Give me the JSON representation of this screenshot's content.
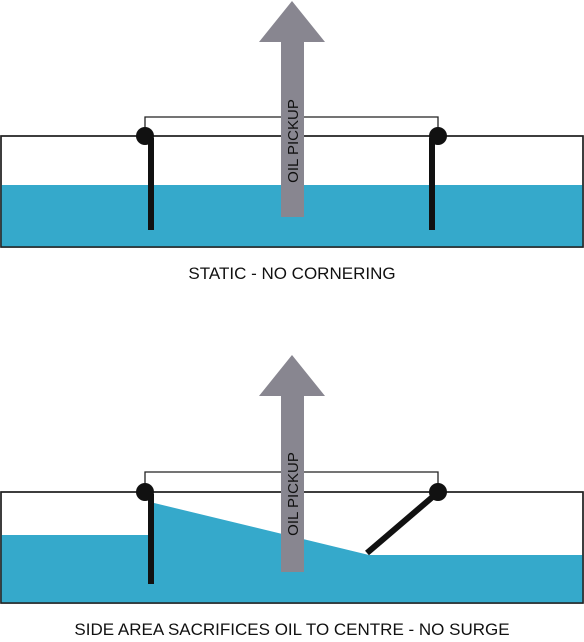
{
  "colors": {
    "oil": "#35a9cb",
    "arrow": "#888690",
    "outline": "#222222",
    "baffle": "#111111",
    "background": "#ffffff"
  },
  "panels": [
    {
      "state": "static",
      "arrow_label": "OIL PICKUP",
      "caption": "STATIC - NO CORNERING"
    },
    {
      "state": "cornering",
      "arrow_label": "OIL PICKUP",
      "caption": "SIDE AREA SACRIFICES OIL TO CENTRE - NO SURGE"
    }
  ]
}
